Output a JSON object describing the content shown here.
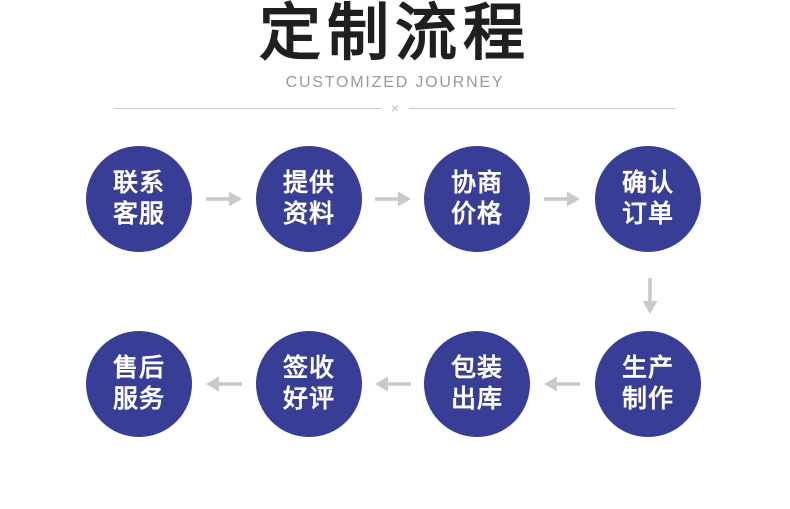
{
  "header": {
    "title": "定制流程",
    "subtitle": "CUSTOMIZED JOURNEY",
    "divider_symbol": "×"
  },
  "steps": [
    {
      "id": "contact-service",
      "line1": "联系",
      "line2": "客服"
    },
    {
      "id": "provide-materials",
      "line1": "提供",
      "line2": "资料"
    },
    {
      "id": "negotiate-price",
      "line1": "协商",
      "line2": "价格"
    },
    {
      "id": "confirm-order",
      "line1": "确认",
      "line2": "订单"
    },
    {
      "id": "production",
      "line1": "生产",
      "line2": "制作"
    },
    {
      "id": "packing-shipping",
      "line1": "包装",
      "line2": "出库"
    },
    {
      "id": "sign-review",
      "line1": "签收",
      "line2": "好评"
    },
    {
      "id": "after-sales",
      "line1": "售后",
      "line2": "服务"
    }
  ],
  "colors": {
    "circle": "#383d95",
    "circle_text": "#ffffff",
    "arrow": "#c9c9c9",
    "title": "#1f1f1f",
    "subtitle": "#999999",
    "divider_line": "#cccccc",
    "divider_mark": "#b7bcc1",
    "background": "#ffffff"
  }
}
